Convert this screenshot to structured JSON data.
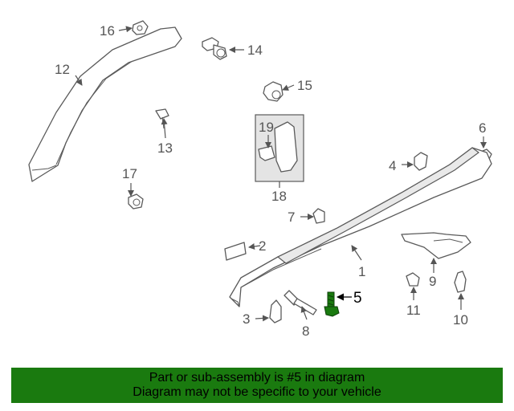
{
  "diagram": {
    "callouts": [
      "1",
      "2",
      "3",
      "4",
      "5",
      "6",
      "7",
      "8",
      "9",
      "10",
      "11",
      "12",
      "13",
      "14",
      "15",
      "16",
      "17",
      "18",
      "19"
    ],
    "highlighted_part": "5",
    "highlight_color": "#1a7a0f",
    "line_color": "#555555"
  },
  "banner": {
    "line1": "Part or sub-assembly is #5 in diagram",
    "line2": "Diagram may not be specific to your vehicle",
    "background": "#1a7a0f"
  }
}
